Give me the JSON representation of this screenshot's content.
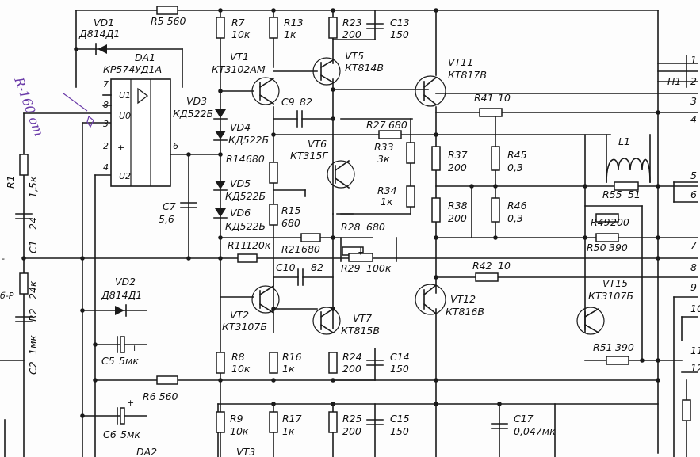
{
  "handwritten_note": "R-160 om",
  "components": {
    "vd1": "VD1",
    "vd1_type": "Д814Д1",
    "r5": "R5 560",
    "r7": "R7",
    "r7_val": "10к",
    "r13": "R13",
    "r13_val": "1к",
    "r23": "R23",
    "r23_val": "200",
    "c13": "C13",
    "c13_val": "150",
    "da1": "DA1",
    "da1_type": "КР574УД1А",
    "vt1": "VT1",
    "vt1_type": "КТ3102АМ",
    "vt5": "VT5",
    "vt5_type": "КТ814В",
    "vt11": "VT11",
    "vt11_type": "КТ817В",
    "p1": "П1",
    "vd3": "VD3",
    "vd3_type": "КД522Б",
    "c9": "C9",
    "c9_val": "82",
    "r41": "R41",
    "r41_val": "10",
    "vd4": "VD4",
    "vd4_type": "КД522Б",
    "r27": "R27",
    "r27_val": "680",
    "r1": "R1",
    "r1_val": "1,5к",
    "vt6": "VT6",
    "vt6_type": "КТ315Г",
    "r33": "R33",
    "r33_val": "3к",
    "r37": "R37",
    "r37_val": "200",
    "r45": "R45",
    "r45_val": "0,3",
    "l1": "L1",
    "r14": "R14",
    "r14_val": "680",
    "c1": "C1",
    "c1_val": "24",
    "c7": "C7",
    "c7_val": "5,6",
    "vd5": "VD5",
    "vd5_type": "КД522Б",
    "r34": "R34",
    "r34_val": "1к",
    "r55": "R55",
    "r55_val": "51",
    "r38": "R38",
    "r38_val": "200",
    "r46": "R46",
    "r46_val": "0,3",
    "vd6": "VD6",
    "vd6_type": "КД522Б",
    "r15": "R15",
    "r15_val": "680",
    "r28": "R28",
    "r28_val": "680",
    "r49": "R49",
    "r49_val": "200",
    "r11": "R11",
    "r11_val": "120к",
    "r21": "R21",
    "r21_val": "680",
    "r50": "R50",
    "r50_val": "390",
    "r2": "R2",
    "r2_val": "24к",
    "c10": "C10",
    "c10_val": "82",
    "r29": "R29",
    "r29_val": "100к",
    "r42": "R42",
    "r42_val": "10",
    "vd2": "VD2",
    "vd2_type": "Д814Д1",
    "vt15": "VT15",
    "vt15_type": "КТ3107Б",
    "vt2": "VT2",
    "vt2_type": "КТ3107Б",
    "vt12": "VT12",
    "vt12_type": "КТ816В",
    "c2": "C2",
    "c2_val": "1мк",
    "vt7": "VT7",
    "vt7_type": "КТ815В",
    "c5": "C5",
    "c5_val": "5мк",
    "r51": "R51",
    "r51_val": "390",
    "r8": "R8",
    "r8_val": "10к",
    "r16": "R16",
    "r16_val": "1к",
    "r24": "R24",
    "r24_val": "200",
    "c14": "C14",
    "c14_val": "150",
    "r6": "R6 560",
    "c6": "C6",
    "c6_val": "5мк",
    "r9": "R9",
    "r9_val": "10к",
    "r17": "R17",
    "r17_val": "1к",
    "r25": "R25",
    "r25_val": "200",
    "c15": "C15",
    "c15_val": "150",
    "c17": "C17",
    "c17_val": "0,047мк",
    "da2": "DA2",
    "vt3": "VT3"
  },
  "pins": {
    "p7": "7",
    "p8": "8",
    "p3": "3",
    "p2": "2",
    "p4": "4",
    "p6": "6",
    "u1": "U1",
    "u0": "U0",
    "u2": "U2",
    "plus": "+",
    "c5_plus": "+",
    "c6_plus": "+",
    "left_label": "б-Р",
    "left_mark": "-"
  },
  "connector": {
    "n1": "1",
    "n2": "2",
    "n3": "3",
    "n4": "4",
    "n5": "5",
    "n6": "6",
    "n7": "7",
    "n8": "8",
    "n9": "9",
    "n10": "10",
    "n11": "11",
    "n12": "12"
  }
}
